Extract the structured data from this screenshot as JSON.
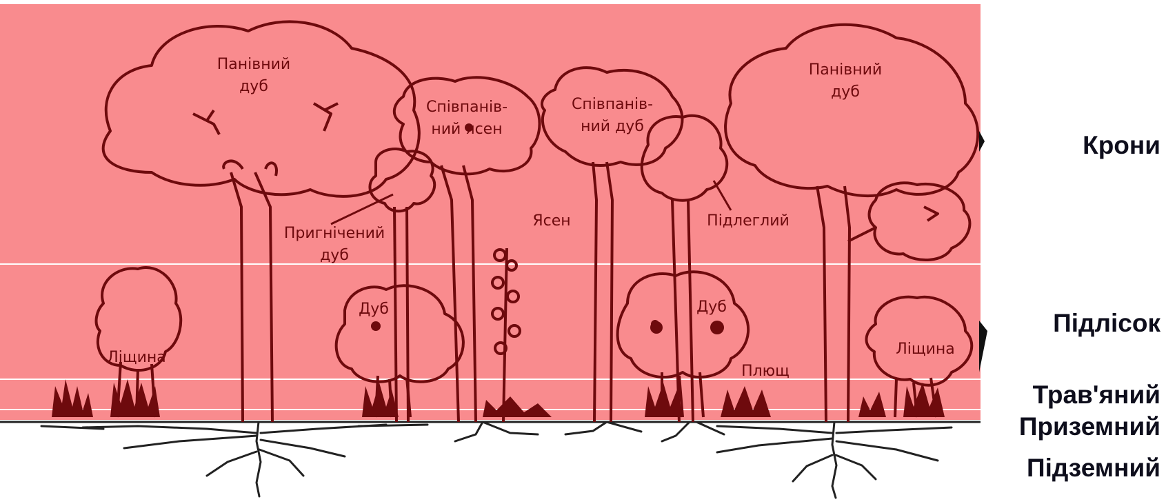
{
  "colors": {
    "overlay": "#f98b8e",
    "ink": "#6e0a0d",
    "label_text": "#0e0e1c",
    "divider": "#ffffff"
  },
  "tiers": {
    "crowns": "Крони",
    "understory": "Підлісок",
    "herb": "Трав'яний",
    "ground": "Приземний",
    "underground": "Підземний"
  },
  "trees": {
    "dominant_oak_left": [
      "Панівний",
      "дуб"
    ],
    "dominant_oak_right": [
      "Панівний",
      "дуб"
    ],
    "codominant_ash": [
      "Співпанів-",
      "ний ясен"
    ],
    "codominant_oak": [
      "Співпанів-",
      "ний дуб"
    ],
    "ash": "Ясен",
    "suppressed_oak": [
      "Пригнічений",
      "дуб"
    ],
    "subordinate": "Підлеглий",
    "oak_understory_left": "Дуб",
    "oak_understory_right": "Дуб",
    "hazel_left": "Ліщина",
    "hazel_right": "Ліщина",
    "ivy": "Плющ"
  }
}
